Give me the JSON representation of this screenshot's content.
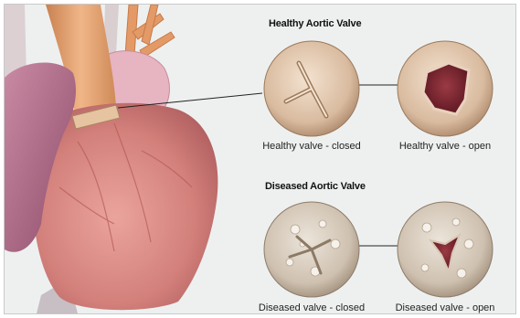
{
  "healthy": {
    "title": "Healthy Aortic Valve",
    "closed_label": "Healthy valve - closed",
    "open_label": "Healthy valve - open"
  },
  "diseased": {
    "title": "Diseased Aortic Valve",
    "closed_label": "Diseased valve - closed",
    "open_label": "Diseased valve - open"
  },
  "colors": {
    "background": "#eef0f0",
    "heart_muscle": "#d58a86",
    "aorta": "#e8a877",
    "vessel_purple": "#b76f8c",
    "valve_tissue": "#dcc2a8",
    "valve_opening": "#7a2430"
  }
}
